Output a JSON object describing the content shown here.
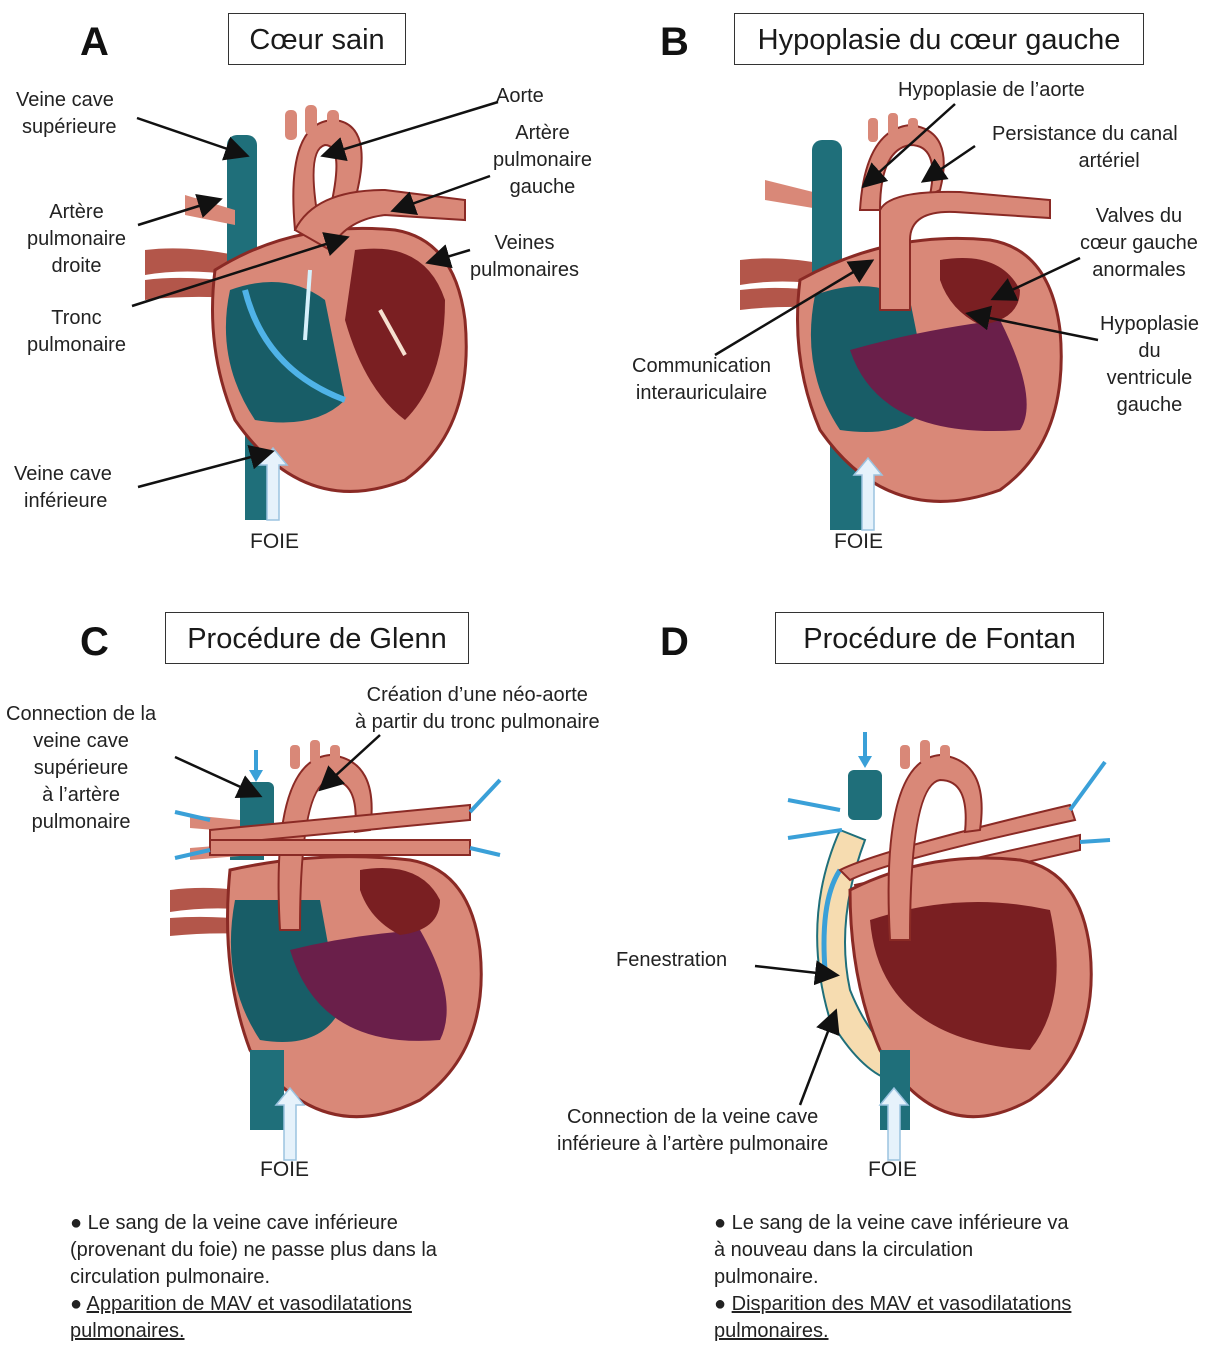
{
  "panels": {
    "a": {
      "letter": "A",
      "title": "Cœur sain",
      "labels": {
        "vcs": [
          "Veine cave",
          "supérieure"
        ],
        "aorte": "Aorte",
        "apg": [
          "Artère",
          "pulmonaire",
          "gauche"
        ],
        "apd": [
          "Artère",
          "pulmonaire",
          "droite"
        ],
        "vp": [
          "Veines",
          "pulmonaires"
        ],
        "tronc": [
          "Tronc",
          "pulmonaire"
        ],
        "vci": [
          "Veine cave",
          "inférieure"
        ]
      },
      "foie": "FOIE"
    },
    "b": {
      "letter": "B",
      "title": "Hypoplasie du cœur gauche",
      "labels": {
        "hypo_aorte": "Hypoplasie de l’aorte",
        "canal": [
          "Persistance du canal",
          "artériel"
        ],
        "valves": [
          "Valves du",
          "cœur gauche",
          "anormales"
        ],
        "cia": [
          "Communication",
          "interauriculaire"
        ],
        "hvg": [
          "Hypoplasie",
          "du",
          "ventricule",
          "gauche"
        ]
      },
      "foie": "FOIE"
    },
    "c": {
      "letter": "C",
      "title": "Procédure de Glenn",
      "labels": {
        "connection": [
          "Connection de la",
          "veine cave",
          "supérieure",
          "à l’artère",
          "pulmonaire"
        ],
        "neo": [
          "Création d’une néo-aorte",
          "à partir du tronc pulmonaire"
        ]
      },
      "foie": "FOIE",
      "notes": {
        "line1": "● Le sang de la veine cave inférieure",
        "line2": "(provenant du foie) ne passe plus dans la",
        "line3": "circulation pulmonaire.",
        "line4_bullet": "● ",
        "line4": "Apparition de MAV et vasodilatations",
        "line5": "pulmonaires."
      }
    },
    "d": {
      "letter": "D",
      "title": "Procédure de Fontan",
      "labels": {
        "fenestration": "Fenestration",
        "connection": [
          "Connection de la veine cave",
          "inférieure à l’artère pulmonaire"
        ]
      },
      "foie": "FOIE",
      "notes": {
        "line1": "● Le sang de la veine cave inférieure va",
        "line2": "à nouveau dans la circulation",
        "line3": "pulmonaire.",
        "line4_bullet": "● ",
        "line4": "Disparition des MAV et vasodilatations",
        "line5": "pulmonaires."
      }
    }
  },
  "colors": {
    "artery": "#c96a5a",
    "vein": "#1f6f7a",
    "dark_chamber": "#7a1f22",
    "purple": "#6a1f4a",
    "fontan_conduit": "#f6dcb0",
    "arrow_blue": "#3aa0d8"
  }
}
